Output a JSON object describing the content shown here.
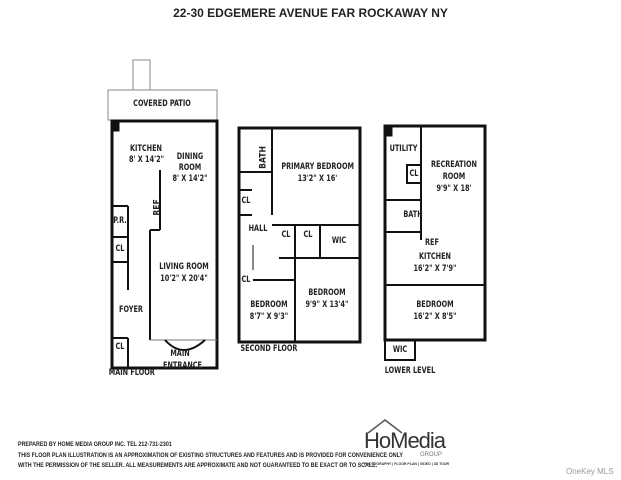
{
  "title": "22-30 EDGEMERE AVENUE FAR ROCKAWAY NY",
  "main_floor": {
    "label": "MAIN FLOOR",
    "rooms": {
      "patio": "COVERED PATIO",
      "kitchen": "KITCHEN",
      "kitchen_dim": "8' X 14'2\"",
      "dining": "DINING",
      "dining2": "ROOM",
      "dining_dim": "8' X 14'2\"",
      "ref": "REF",
      "pr": "P.R.",
      "cl1": "CL",
      "living": "LIVING ROOM",
      "living_dim": "10'2\" X 20'4\"",
      "foyer": "FOYER",
      "cl2": "CL",
      "entrance1": "MAIN",
      "entrance2": "ENTRANCE"
    }
  },
  "second_floor": {
    "label": "SECOND FLOOR",
    "rooms": {
      "bath": "BATH",
      "primary": "PRIMARY BEDROOM",
      "primary_dim": "13'2\" X 16'",
      "cl1": "CL",
      "hall": "HALL",
      "cl2": "CL",
      "cl3": "CL",
      "wic": "WIC",
      "cl4": "CL",
      "bed1": "BEDROOM",
      "bed1_dim": "8'7\" X 9'3\"",
      "bed2": "BEDROOM",
      "bed2_dim": "9'9\" X 13'4\""
    }
  },
  "lower_level": {
    "label": "LOWER LEVEL",
    "rooms": {
      "utility": "UTILITY",
      "cl": "CL",
      "rec1": "RECREATION",
      "rec2": "ROOM",
      "rec_dim": "9'9\" X 18'",
      "bath": "BATH",
      "ref": "REF",
      "kitchen": "KITCHEN",
      "kitchen_dim": "16'2\" X 7'9\"",
      "bed": "BEDROOM",
      "bed_dim": "16'2\" X 8'5\"",
      "wic": "WIC"
    }
  },
  "footer": {
    "line1": "PREPARED BY HOME MEDIA GROUP INC. TEL 212-731-2301",
    "line2": "THIS FLOOR PLAN ILLUSTRATION IS AN APPROXIMATION OF EXISTING STRUCTURES AND FEATURES AND IS PROVIDED FOR CONVENIENCE ONLY",
    "line3": "WITH THE PERMISSION OF THE SELLER. ALL MEASUREMENTS ARE APPROXIMATE AND NOT GUARANTEED TO BE EXACT OR TO SCALE."
  },
  "logo": {
    "name": "HoMedia",
    "group": "GROUP",
    "tagline": "PHOTOGRAPHY | FLOOR PLAN | VIDEO | 3D TOUR"
  },
  "watermark": "OneKey MLS"
}
